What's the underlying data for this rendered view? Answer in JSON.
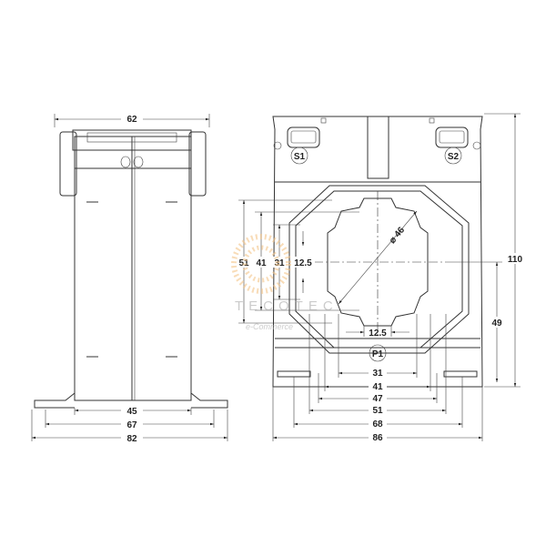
{
  "side_view": {
    "dims": {
      "top_width": "62",
      "inner_width": "45",
      "mid_width": "67",
      "base_width": "82"
    }
  },
  "front_view": {
    "terminals": {
      "s1": "S1",
      "s2": "S2",
      "p1": "P1"
    },
    "dims": {
      "height": "110",
      "center_height": "49",
      "diameter": "⌀ 46",
      "window_v_outer": "51",
      "window_v_mid": "41",
      "window_v_inner": "31",
      "slot_v": "12.5",
      "slot_h": "12.5",
      "w31": "31",
      "w41": "41",
      "w47": "47",
      "w51": "51",
      "w68": "68",
      "w86": "86"
    }
  },
  "watermark": {
    "brand": "TECOTEC",
    "tagline": "e-Commerce"
  }
}
